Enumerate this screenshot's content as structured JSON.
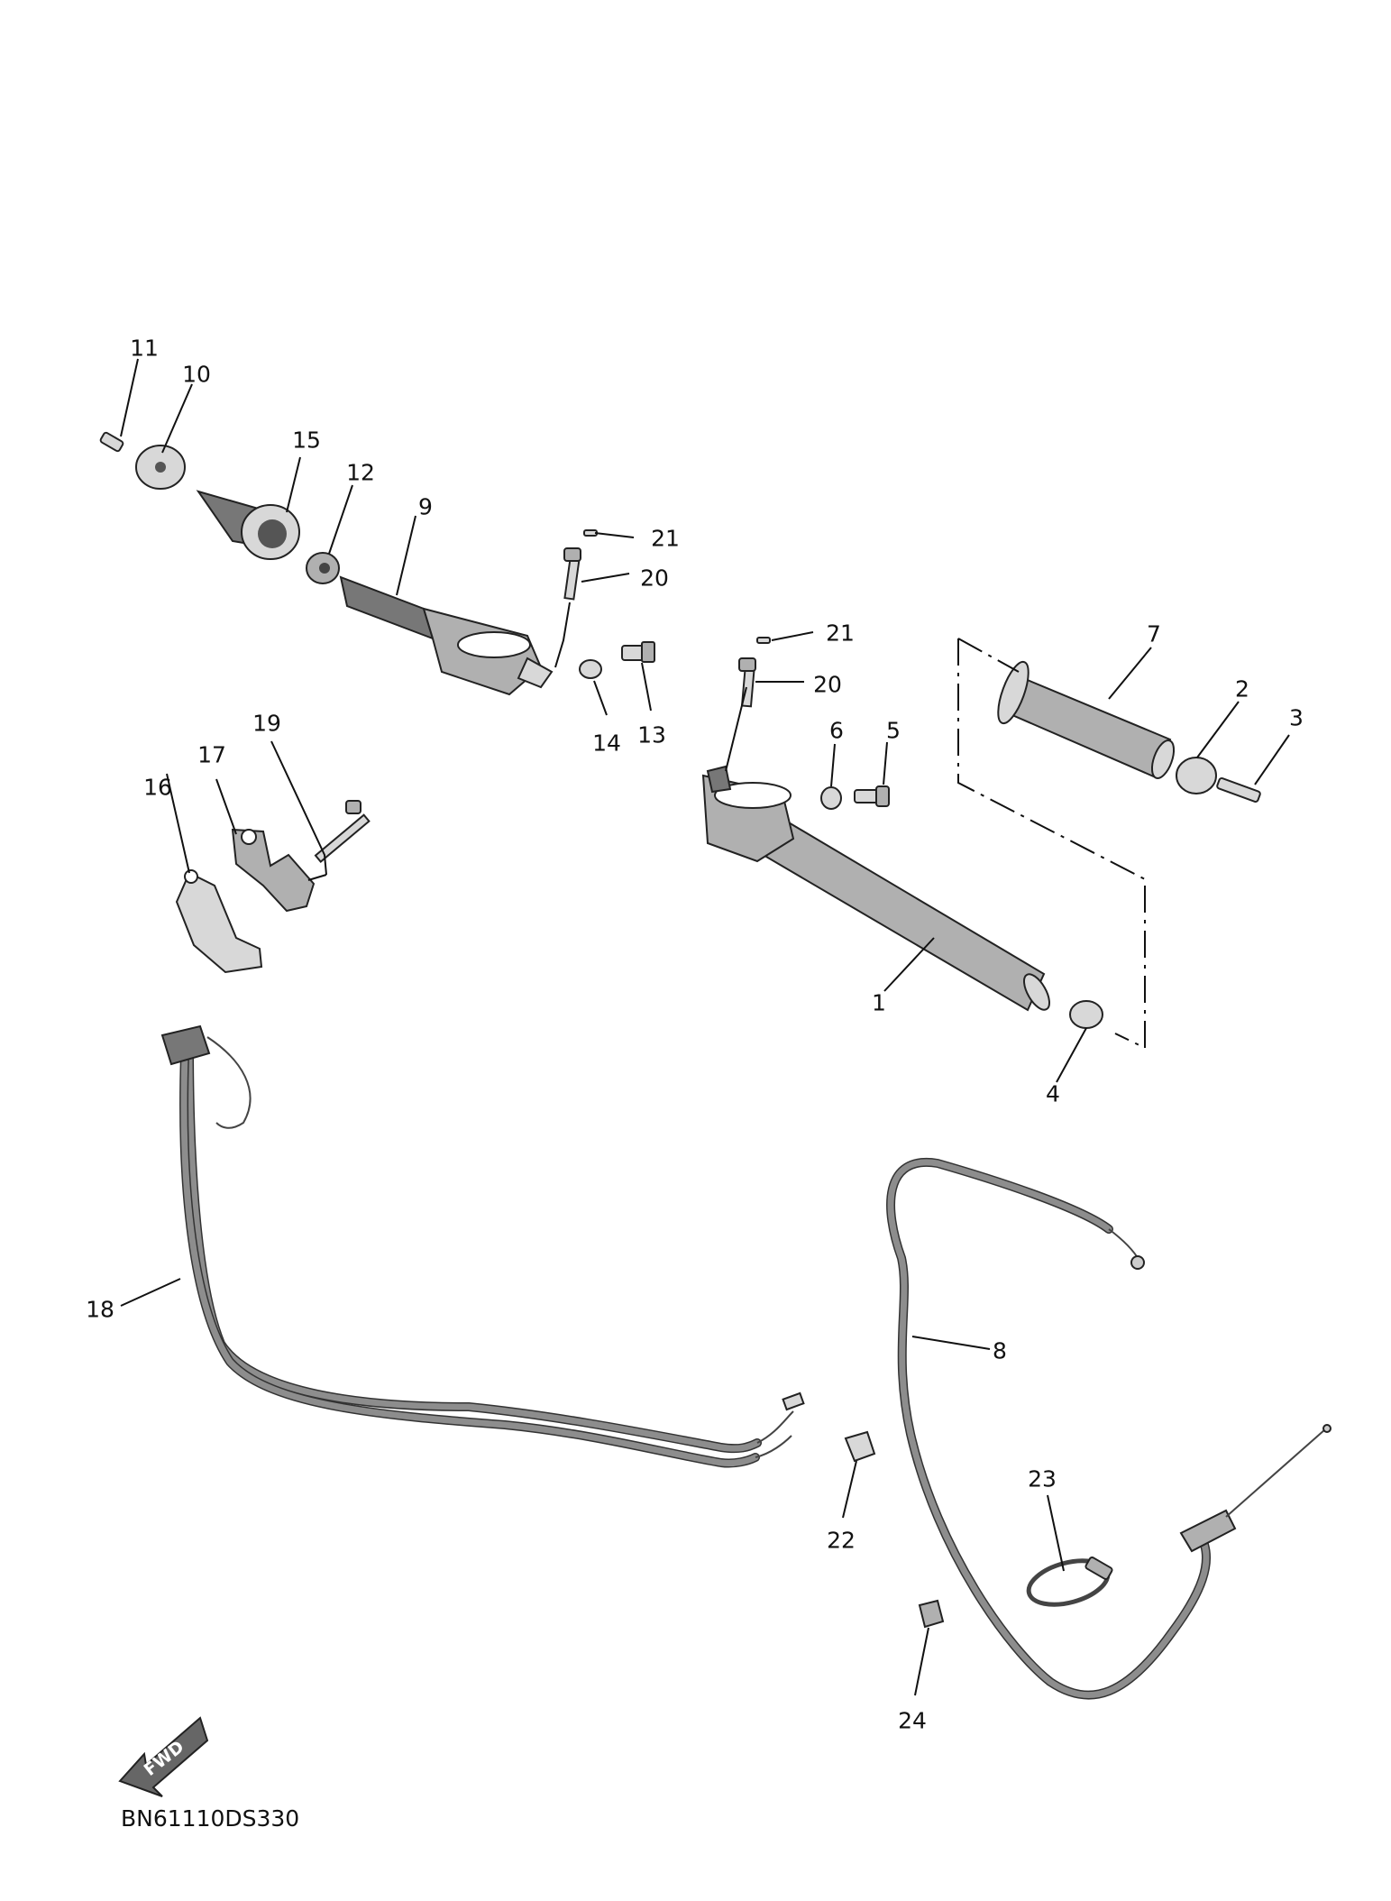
{
  "diagram": {
    "reference_code": "BN61110DS330",
    "direction_badge": "FWD",
    "callouts": [
      {
        "number": "1"
      },
      {
        "number": "2"
      },
      {
        "number": "3"
      },
      {
        "number": "4"
      },
      {
        "number": "5"
      },
      {
        "number": "6"
      },
      {
        "number": "7"
      },
      {
        "number": "8"
      },
      {
        "number": "9"
      },
      {
        "number": "10"
      },
      {
        "number": "11"
      },
      {
        "number": "12"
      },
      {
        "number": "13"
      },
      {
        "number": "14"
      },
      {
        "number": "15"
      },
      {
        "number": "16"
      },
      {
        "number": "17"
      },
      {
        "number": "18"
      },
      {
        "number": "19"
      },
      {
        "number": "20"
      },
      {
        "number": "21"
      },
      {
        "number": "20"
      },
      {
        "number": "21"
      },
      {
        "number": "22"
      },
      {
        "number": "23"
      },
      {
        "number": "24"
      }
    ]
  }
}
